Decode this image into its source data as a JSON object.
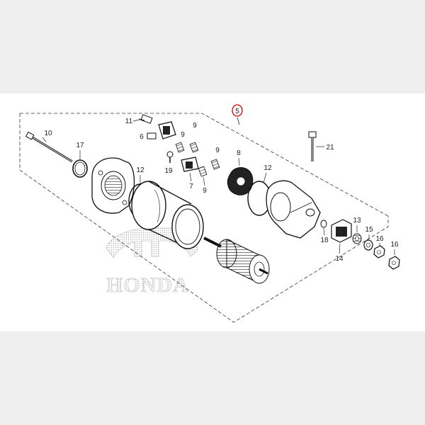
{
  "diagram": {
    "title_number": "5",
    "watermark": "HONDA",
    "callouts": {
      "c10": "10",
      "c17": "17",
      "c11": "11",
      "c6": "6",
      "c9a": "9",
      "c9b": "9",
      "c9c": "9",
      "c9d": "9",
      "c19": "19",
      "c7": "7",
      "c8": "8",
      "c12a": "12",
      "c12b": "12",
      "c21": "21",
      "c18": "18",
      "c14": "14",
      "c13": "13",
      "c15": "15",
      "c16a": "16",
      "c16b": "16"
    }
  },
  "colors": {
    "background": "#efefef",
    "panel": "#ffffff",
    "line": "#1a1a1a",
    "highlight_circle": "#d40000"
  }
}
